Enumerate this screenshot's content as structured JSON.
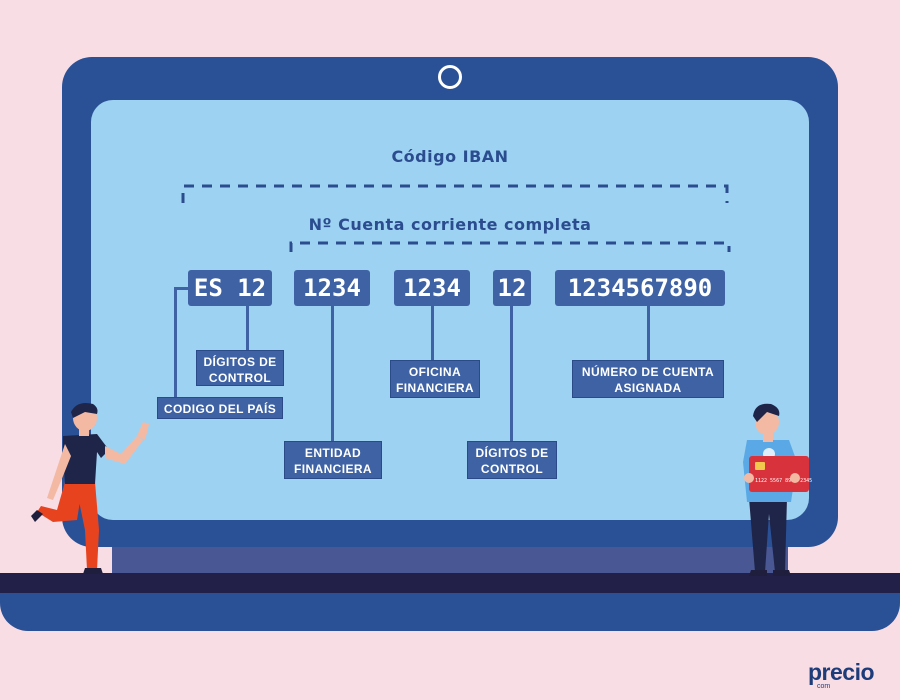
{
  "diagram": {
    "title": "Código IBAN",
    "subtitle": "Nº Cuenta corriente completa",
    "segments": {
      "country": "ES 12",
      "entity": "1234",
      "office": "1234",
      "control": "12",
      "account": "1234567890"
    },
    "labels": {
      "check_digits_1": "DÍGITOS DE\nCONTROL",
      "country_code": "CODIGO DEL PAÍS",
      "entity": "ENTIDAD\nFINANCIERA",
      "office": "OFICINA\nFINANCIERA",
      "check_digits_2": "DÍGITOS DE\nCONTROL",
      "account": "NÚMERO DE CUENTA\nASIGNADA"
    }
  },
  "card": {
    "number": "1122 5567 8901 2345"
  },
  "brand": {
    "logo": "precio",
    "logo_sub": "com"
  },
  "colors": {
    "background": "#f8dde4",
    "laptop": "#2a5196",
    "screen": "#9dd2f2",
    "accent": "#3e62a3",
    "text": "#2b4d8f"
  }
}
